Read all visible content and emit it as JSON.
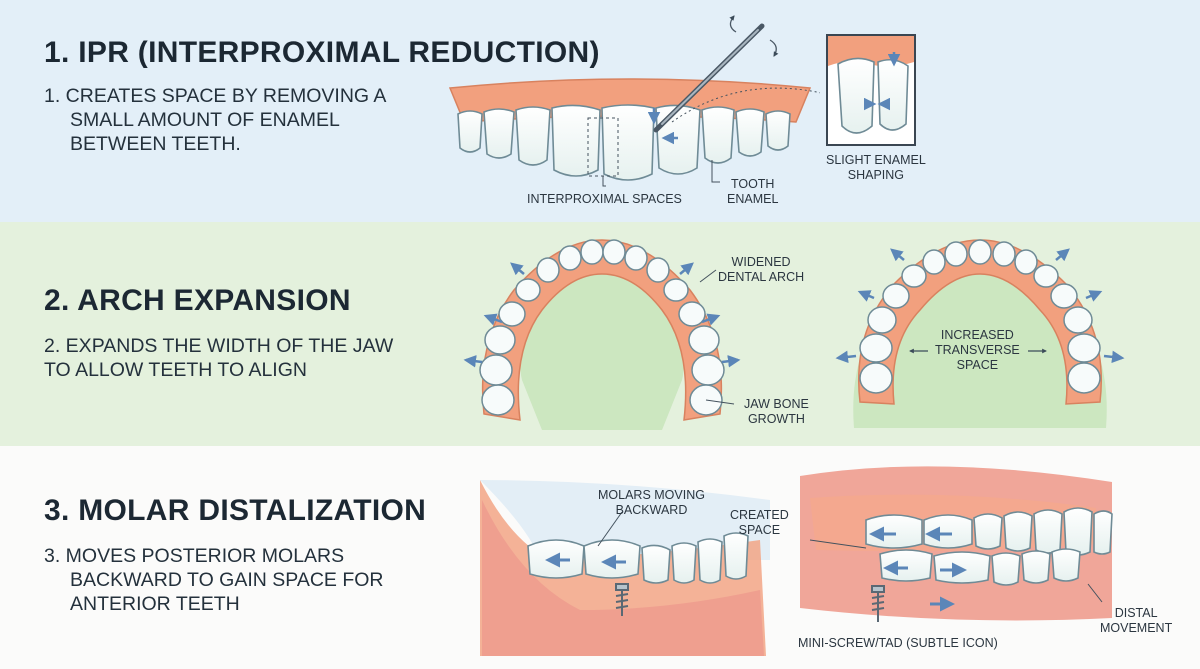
{
  "sections": [
    {
      "title": "1. IPR (INTERPROXIMAL REDUCTION)",
      "description_lines": [
        "1. CREATES SPACE BY REMOVING A",
        "SMALL AMOUNT OF ENAMEL",
        "BETWEEN TEETH."
      ],
      "labels": {
        "interproximal_spaces": "INTERPROXIMAL SPACES",
        "tooth_enamel": [
          "TOOTH",
          "ENAMEL"
        ],
        "slight_enamel_shaping": [
          "SLIGHT ENAMEL",
          "SHAPING"
        ]
      }
    },
    {
      "title": "2. ARCH EXPANSION",
      "description_lines": [
        "2. EXPANDS THE WIDTH OF THE JAW",
        "TO ALLOW TEETH TO ALIGN"
      ],
      "labels": {
        "widened_dental_arch": [
          "WIDENED",
          "DENTAL ARCH"
        ],
        "jaw_bone_growth": [
          "JAW BONE",
          "GROWTH"
        ],
        "increased_transverse_space": [
          "INCREASED",
          "TRANSVERSE",
          "SPACE"
        ]
      }
    },
    {
      "title": "3. MOLAR DISTALIZATION",
      "description_lines": [
        "3. MOVES POSTERIOR MOLARS",
        "BACKWARD TO GAIN SPACE FOR",
        "ANTERIOR TEETH"
      ],
      "labels": {
        "molars_moving_backward": [
          "MOLARS MOVING",
          "BACKWARD"
        ],
        "created_space": [
          "CREATED",
          "SPACE"
        ],
        "mini_screw": "MINI-SCREW/TAD (SUBTLE ICON)",
        "distal_movement": [
          "DISTAL",
          "MOVEMENT"
        ]
      }
    }
  ],
  "colors": {
    "band_1": "#e3eff8",
    "band_2": "#e4f1dd",
    "band_3": "#fbfbfa",
    "gum": "#f2a07e",
    "tooth": "#f7fbfb",
    "arrow": "#5b86b8"
  }
}
